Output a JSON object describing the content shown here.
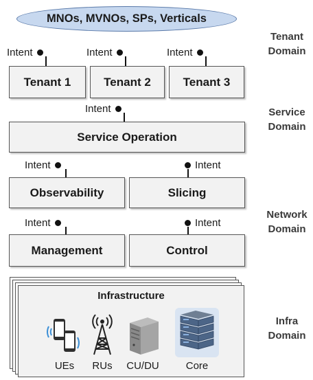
{
  "actors": "MNOs, MVNOs, SPs, Verticals",
  "intent_label": "Intent",
  "tenants": [
    "Tenant 1",
    "Tenant 2",
    "Tenant 3"
  ],
  "service_operation": "Service Operation",
  "network_functions": {
    "observability": "Observability",
    "slicing": "Slicing",
    "management": "Management",
    "control": "Control"
  },
  "infrastructure": {
    "title": "Infrastructure",
    "items": [
      {
        "label": "UEs",
        "icon": "phones-icon"
      },
      {
        "label": "RUs",
        "icon": "radio-tower-icon"
      },
      {
        "label": "CU/DU",
        "icon": "server-icon"
      },
      {
        "label": "Core",
        "icon": "server-rack-icon"
      }
    ]
  },
  "domains": {
    "tenant": [
      "Tenant",
      "Domain"
    ],
    "service": [
      "Service",
      "Domain"
    ],
    "network": [
      "Network",
      "Domain"
    ],
    "infra": [
      "Infra",
      "Domain"
    ]
  },
  "colors": {
    "actors_fill": "#c7d8ef",
    "actors_stroke": "#5878a8",
    "box_fill": "#f2f2f2",
    "box_stroke": "#555555"
  }
}
